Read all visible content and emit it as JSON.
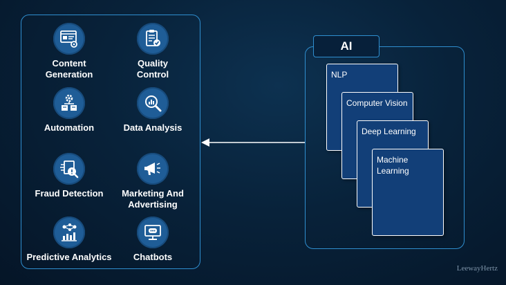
{
  "applications": [
    {
      "label": "Content\nGeneration",
      "icon": "content-generation-icon"
    },
    {
      "label": "Quality\nControl",
      "icon": "quality-control-icon"
    },
    {
      "label": "Automation",
      "icon": "automation-icon"
    },
    {
      "label": "Data Analysis",
      "icon": "data-analysis-icon"
    },
    {
      "label": "Fraud Detection",
      "icon": "fraud-detection-icon"
    },
    {
      "label": "Marketing And\nAdvertising",
      "icon": "marketing-megaphone-icon"
    },
    {
      "label": "Predictive Analytics",
      "icon": "predictive-analytics-icon"
    },
    {
      "label": "Chatbots",
      "icon": "chatbot-icon"
    }
  ],
  "ai": {
    "title": "AI",
    "layers": [
      "NLP",
      "Computer Vision",
      "Deep Learning",
      "Machine Learning"
    ]
  },
  "watermark": "LeewayHertz",
  "colors": {
    "accent_border": "#2f8fd0",
    "icon_circle": "#1f5d97",
    "card_fill": "#123f78"
  }
}
